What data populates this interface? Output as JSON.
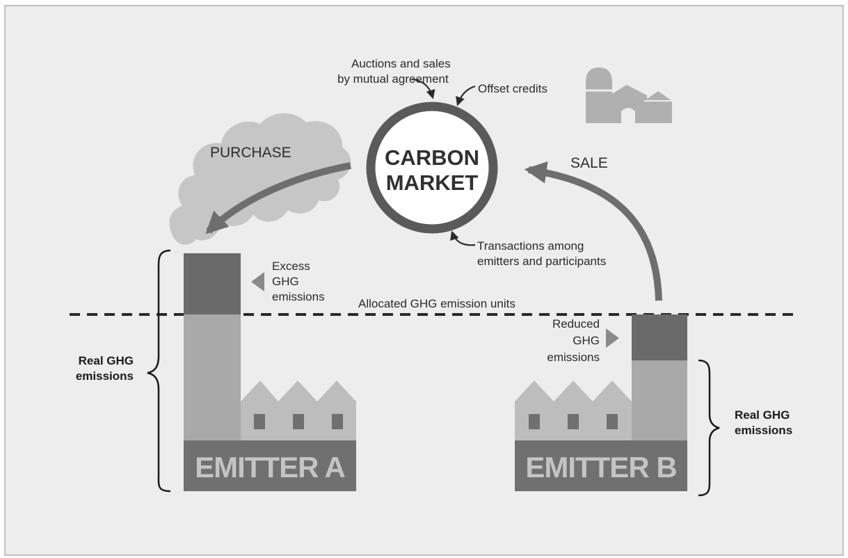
{
  "center": {
    "title_line1": "CARBON",
    "title_line2": "MARKET"
  },
  "inputs": {
    "auctions_line1": "Auctions and sales",
    "auctions_line2": "by mutual agreement",
    "offset_credits": "Offset credits",
    "transactions_line1": "Transactions among",
    "transactions_line2": "emitters and participants"
  },
  "flows": {
    "purchase": "PURCHASE",
    "sale": "SALE"
  },
  "threshold": {
    "label": "Allocated GHG emission units"
  },
  "emitter_a": {
    "name": "EMITTER A",
    "excess_line1": "Excess",
    "excess_line2": "GHG",
    "excess_line3": "emissions",
    "real_line1": "Real GHG",
    "real_line2": "emissions"
  },
  "emitter_b": {
    "name": "EMITTER B",
    "reduced_line1": "Reduced",
    "reduced_line2": "GHG",
    "reduced_line3": "emissions",
    "real_line1": "Real GHG",
    "real_line2": "emissions"
  },
  "colors": {
    "background": "#ededed",
    "stack_dark": "#6a6a6a",
    "stack_mid": "#a9a9a9",
    "building": "#bdbdbd",
    "emitter_base": "#707070",
    "cloud": "#c6c6c6",
    "arrow": "#6e6e6e"
  },
  "icons": [
    "farm-silo-icon",
    "cloud-smoke-icon",
    "factory-icon"
  ]
}
